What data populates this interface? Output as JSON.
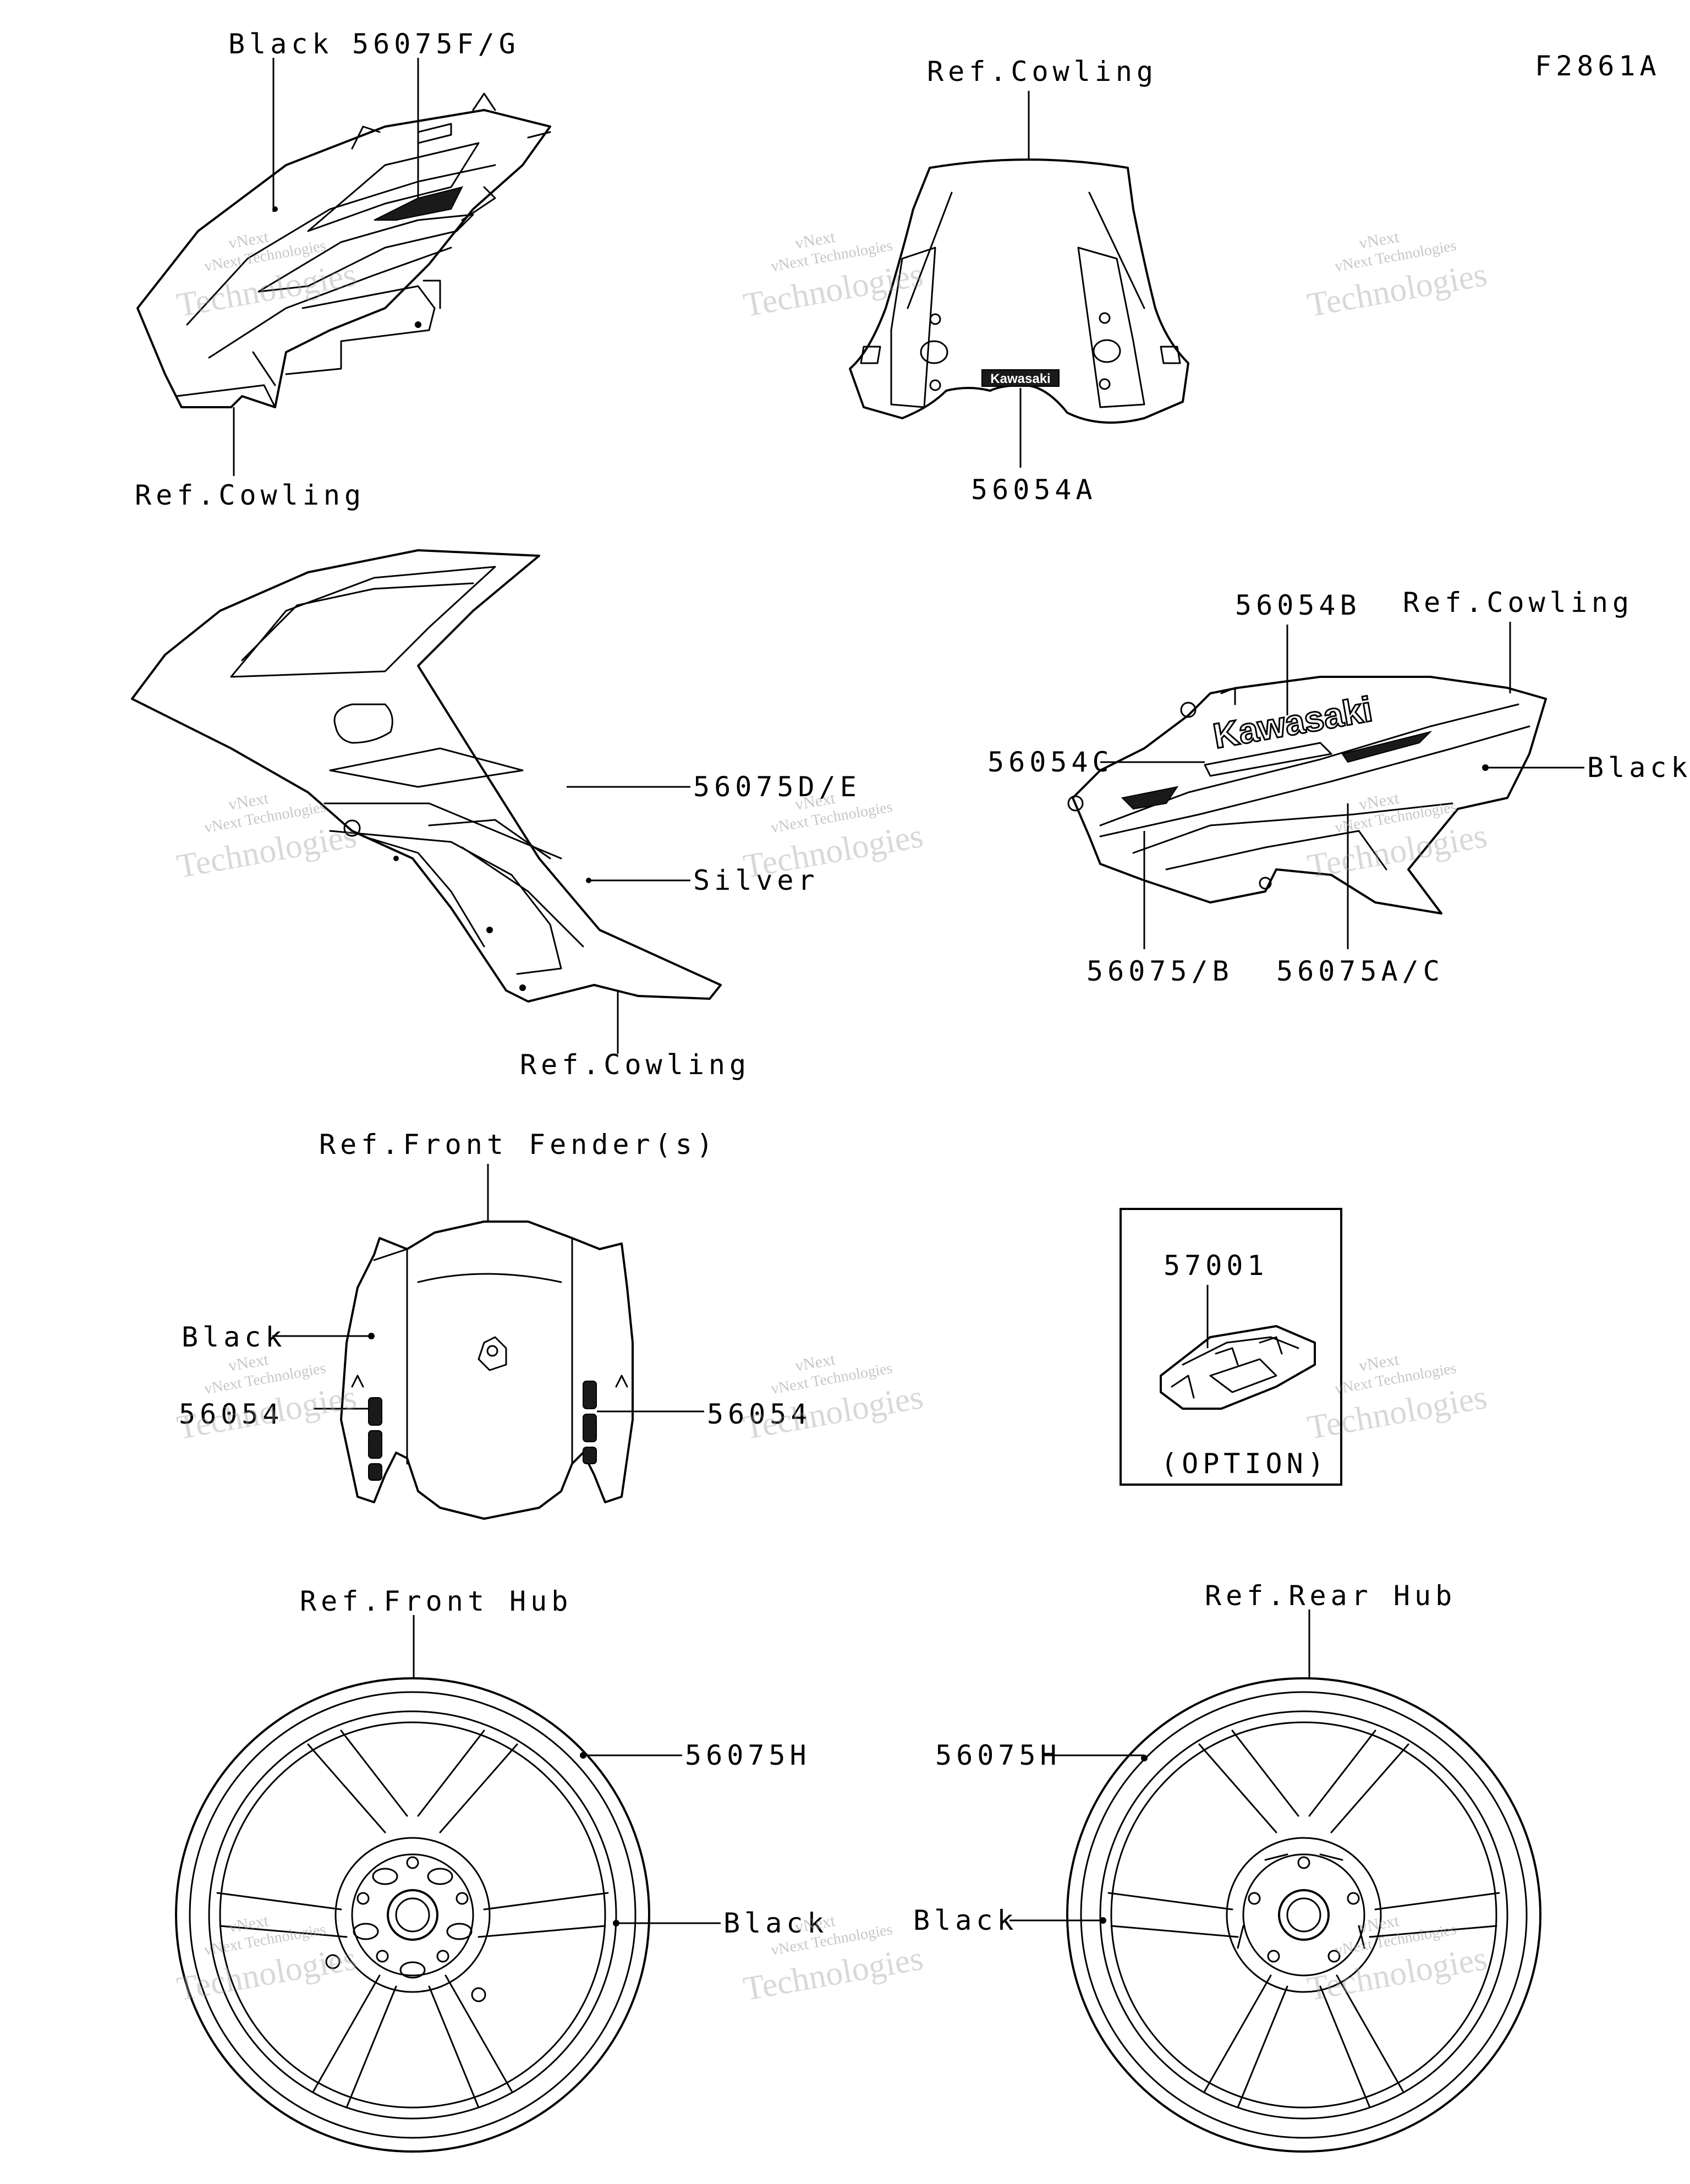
{
  "figure_code": "F2861A",
  "watermark": {
    "line1": "vNext",
    "line2": "vNext Technologies",
    "line3": "Technologies"
  },
  "labels": {
    "upper_cowl_black": "Black",
    "upper_cowl_part": "56075F/G",
    "upper_cowl_ref": "Ref.Cowling",
    "windshield_ref": "Ref.Cowling",
    "windshield_part": "56054A",
    "left_cowl_part": "56075D/E",
    "left_cowl_silver": "Silver",
    "left_cowl_ref": "Ref.Cowling",
    "right_cowl_part_b": "56054B",
    "right_cowl_ref": "Ref.Cowling",
    "right_cowl_part_c": "56054C",
    "right_cowl_black": "Black",
    "right_cowl_part_75b": "56075/B",
    "right_cowl_part_75ac": "56075A/C",
    "fender_ref": "Ref.Front Fender(s)",
    "fender_black": "Black",
    "fender_part_left": "56054",
    "fender_part_right": "56054",
    "option_part": "57001",
    "option_note": "(OPTION)",
    "front_wheel_ref": "Ref.Front Hub",
    "front_wheel_part": "56075H",
    "front_wheel_black": "Black",
    "rear_wheel_ref": "Ref.Rear Hub",
    "rear_wheel_part": "56075H",
    "rear_wheel_black": "Black"
  },
  "decal_text": {
    "windshield_logo": "Kawasaki",
    "cowl_logo": "Kawasaki"
  }
}
